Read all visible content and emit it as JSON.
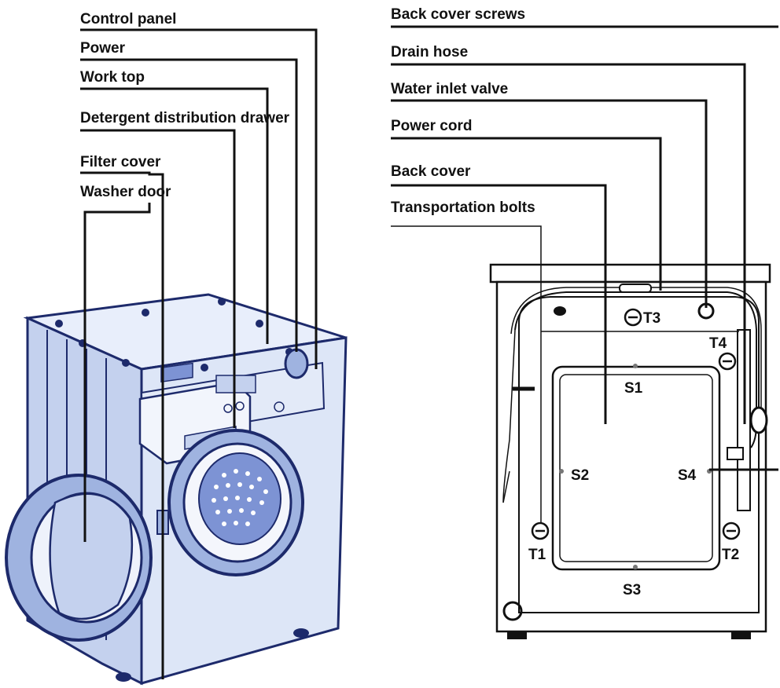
{
  "colors": {
    "machine_fill": "#dde6f7",
    "machine_shade": "#9fb3e0",
    "outline": "#1d2a6b",
    "drum": "#7d93d4",
    "line": "#111111"
  },
  "front_view": {
    "labels": {
      "control_panel": "Control panel",
      "power": "Power",
      "work_top": "Work top",
      "detergent_drawer": "Detergent distribution drawer",
      "filter_cover": "Filter cover",
      "washer_door": "Washer door"
    }
  },
  "back_view": {
    "labels": {
      "back_cover_screws": "Back cover screws",
      "drain_hose": "Drain hose",
      "water_inlet_valve": "Water inlet valve",
      "power_cord": "Power cord",
      "back_cover": "Back cover",
      "transportation_bolts": "Transportation bolts"
    },
    "markers": {
      "t1": "T1",
      "t2": "T2",
      "t3": "T3",
      "t4": "T4",
      "s1": "S1",
      "s2": "S2",
      "s3": "S3",
      "s4": "S4"
    }
  }
}
